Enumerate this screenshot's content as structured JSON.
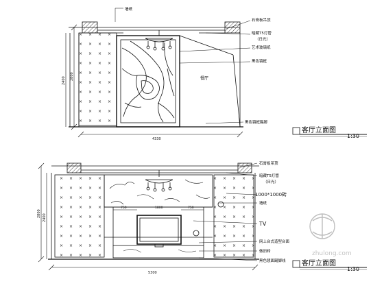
{
  "drawing_top": {
    "title": "客厅立面图",
    "scale": "1:30",
    "dims": {
      "width": "4330",
      "height": "2800",
      "side": "2400"
    },
    "labels": {
      "wall": "墙纸",
      "ceiling": "石膏板吊顶",
      "light": "暗藏T5灯管",
      "light_note": "（日光）",
      "art_glass": "艺术玻璃纸",
      "frame": "黑色镜框",
      "room": "餐厅",
      "base": "黑色镜框踢脚"
    }
  },
  "drawing_bottom": {
    "title": "客厅立面图",
    "scale": "1:30",
    "dims": {
      "width": "5300",
      "height": "2800",
      "side": "2400",
      "d1": "750",
      "d2": "1800",
      "d3": "750"
    },
    "labels": {
      "ceiling": "石膏板吊顶",
      "light": "暗藏T5灯管",
      "light_note": "（日光）",
      "tile": "1000*1000砖",
      "wall": "墙纸",
      "tv": "TV",
      "cabinet": "网上台式造型台面",
      "floor": "做旧砖",
      "base": "黑色镜面踢脚线"
    }
  },
  "watermark": {
    "text": "zhulong.com"
  }
}
